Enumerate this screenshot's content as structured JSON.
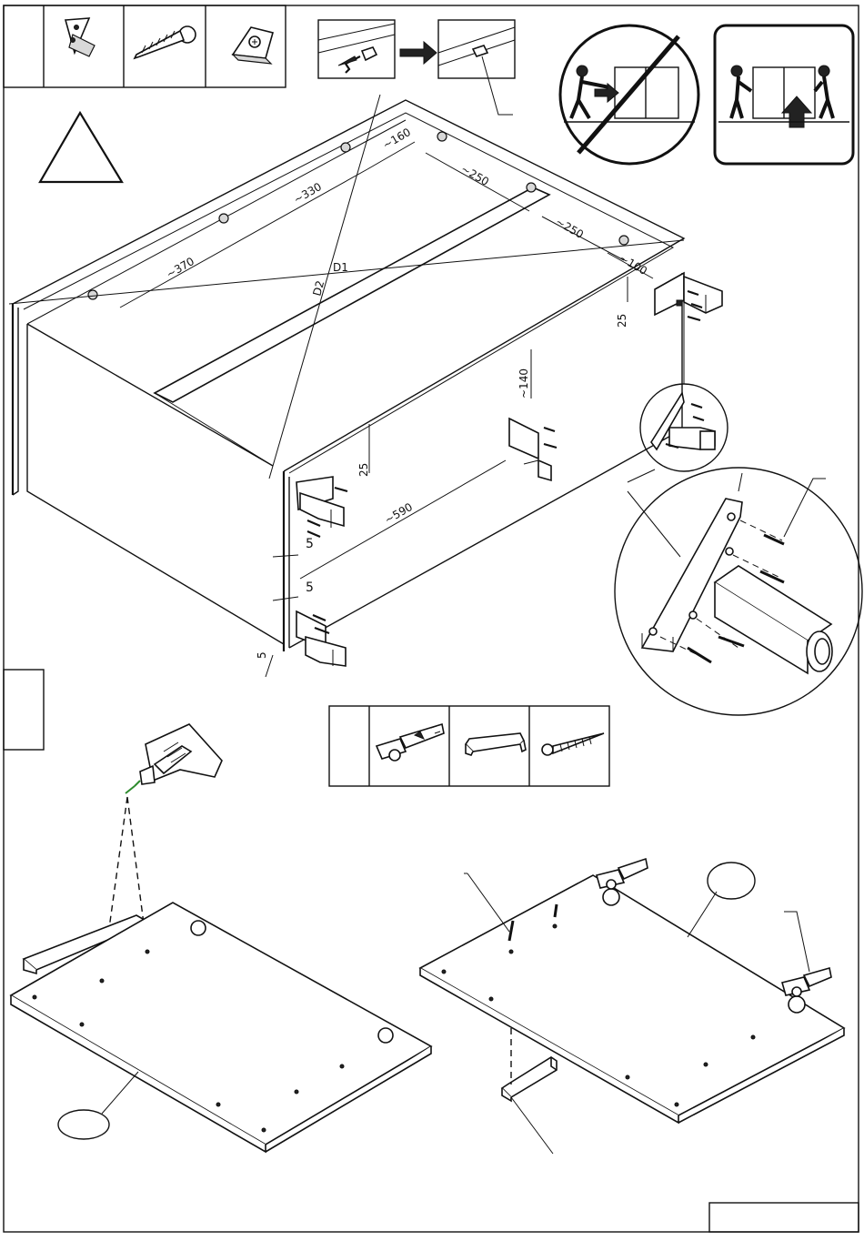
{
  "dimensions": {
    "d_370": "~370",
    "d_330": "~330",
    "d_160": "~160",
    "d_250a": "~250",
    "d_250b": "~250",
    "d_100": "~100",
    "d_140": "~140",
    "d_590": "~590",
    "d_25a": "25",
    "d_25b": "25",
    "d_25c": "25",
    "d_5a": "5",
    "d_5b": "5",
    "d_5c": "5",
    "diag_1": "D1",
    "diag_2": "D2"
  },
  "colors": {
    "line": "#111111",
    "drill_bit": "#2e8b2e"
  },
  "icons": {
    "parts_top": [
      "corner-bracket-icon",
      "wood-screw-icon",
      "corner-connector-icon"
    ],
    "parts_middle": [
      "hinge-icon",
      "handle-icon",
      "wood-screw-icon"
    ],
    "warning": "warning-triangle-icon",
    "no_push": "no-pushing-furniture-icon",
    "lift": "lift-furniture-icon",
    "drill": "power-drill-icon"
  }
}
